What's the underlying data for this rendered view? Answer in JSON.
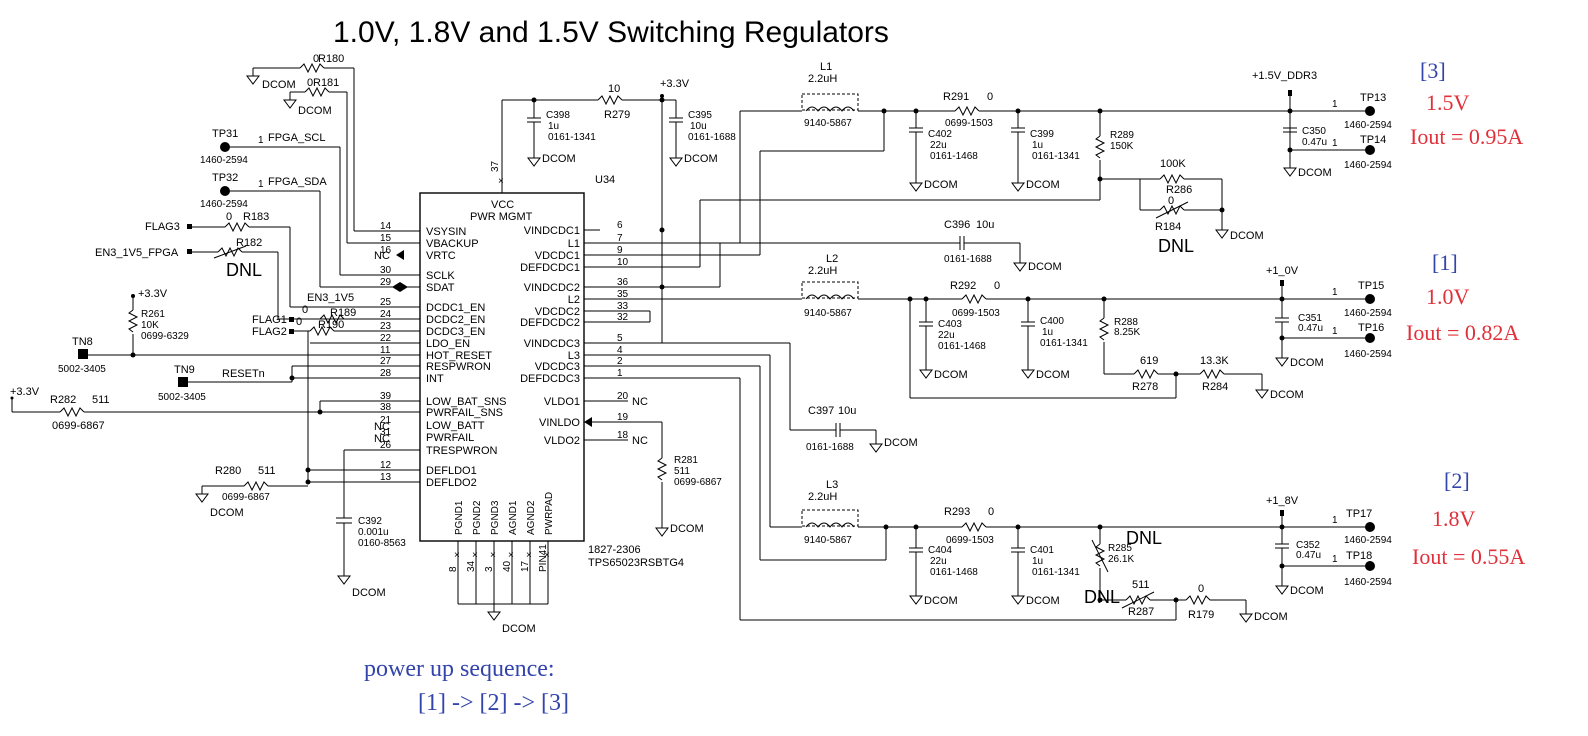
{
  "title": "1.0V, 1.8V and 1.5V Switching Regulators",
  "ic": {
    "ref": "U34",
    "vcc": "VCC",
    "name": "PWR MGMT",
    "part_number": "1827-2306",
    "part_name": "TPS65023RSBTG4",
    "vcc_pin": "37",
    "left_pins": [
      {
        "num": "14",
        "name": "VSYSIN"
      },
      {
        "num": "15",
        "name": "VBACKUP"
      },
      {
        "num": "16",
        "name": "VRTC"
      },
      {
        "num": "30",
        "name": "SCLK"
      },
      {
        "num": "29",
        "name": "SDAT"
      },
      {
        "num": "25",
        "name": "DCDC1_EN"
      },
      {
        "num": "24",
        "name": "DCDC2_EN"
      },
      {
        "num": "23",
        "name": "DCDC3_EN"
      },
      {
        "num": "22",
        "name": "LDO_EN"
      },
      {
        "num": "11",
        "name": "HOT_RESET"
      },
      {
        "num": "27",
        "name": "RESPWRON"
      },
      {
        "num": "28",
        "name": "INT"
      },
      {
        "num": "39",
        "name": "LOW_BAT_SNS"
      },
      {
        "num": "38",
        "name": "PWRFAIL_SNS"
      },
      {
        "num": "21",
        "name": "LOW_BATT"
      },
      {
        "num": "31",
        "name": "PWRFAIL"
      },
      {
        "num": "26",
        "name": "TRESPWRON"
      },
      {
        "num": "12",
        "name": "DEFLDO1"
      },
      {
        "num": "13",
        "name": "DEFLDO2"
      }
    ],
    "right_pins": [
      {
        "num": "6",
        "name": "VINDCDC1"
      },
      {
        "num": "7",
        "name": "L1"
      },
      {
        "num": "9",
        "name": "VDCDC1"
      },
      {
        "num": "10",
        "name": "DEFDCDC1"
      },
      {
        "num": "36",
        "name": "VINDCDC2"
      },
      {
        "num": "35",
        "name": "L2"
      },
      {
        "num": "33",
        "name": "VDCDC2"
      },
      {
        "num": "32",
        "name": "DEFDCDC2"
      },
      {
        "num": "5",
        "name": "VINDCDC3"
      },
      {
        "num": "4",
        "name": "L3"
      },
      {
        "num": "2",
        "name": "VDCDC3"
      },
      {
        "num": "1",
        "name": "DEFDCDC3"
      },
      {
        "num": "20",
        "name": "VLDO1"
      },
      {
        "num": "19",
        "name": "VINLDO"
      },
      {
        "num": "18",
        "name": "VLDO2"
      }
    ],
    "bottom_pins": [
      {
        "num": "8",
        "name": "PGND1"
      },
      {
        "num": "34",
        "name": "PGND2"
      },
      {
        "num": "3",
        "name": "PGND3"
      },
      {
        "num": "40",
        "name": "AGND1"
      },
      {
        "num": "17",
        "name": "AGND2"
      },
      {
        "num": "PIN41",
        "name": "PWRPAD"
      }
    ]
  },
  "nets": {
    "dcom": "DCOM",
    "v33": "+3.3V",
    "v15": "+1.5V_DDR3",
    "v10": "+1_0V",
    "v18": "+1_8V",
    "fpga_scl": "FPGA_SCL",
    "fpga_sda": "FPGA_SDA",
    "flag3": "FLAG3",
    "en3": "EN3_1V5_FPGA",
    "en3b": "EN3_1V5",
    "flag1": "FLAG1",
    "flag2": "FLAG2",
    "resetn": "RESETn",
    "nc": "NC",
    "one": "1",
    "dnl": "DNL"
  },
  "testpoints": {
    "tp31": "TP31",
    "tp32": "TP32",
    "tp13": "TP13",
    "tp14": "TP14",
    "tp15": "TP15",
    "tp16": "TP16",
    "tp17": "TP17",
    "tp18": "TP18",
    "tp_pn": "1460-2594",
    "tn8": "TN8",
    "tn9": "TN9",
    "tn_pn": "5002-3405"
  },
  "components": {
    "r180": {
      "ref": "R180",
      "val": "0"
    },
    "r181": {
      "ref": "R181",
      "val": "0"
    },
    "r183": {
      "ref": "R183",
      "val": "0"
    },
    "r182": {
      "ref": "R182"
    },
    "r189": {
      "ref": "R189",
      "val": "0"
    },
    "r190": {
      "ref": "R190",
      "val": "0"
    },
    "r261": {
      "ref": "R261",
      "val": "10K",
      "pn": "0699-6329"
    },
    "r282": {
      "ref": "R282",
      "val": "511",
      "pn": "0699-6867"
    },
    "r280": {
      "ref": "R280",
      "val": "511",
      "pn": "0699-6867"
    },
    "c392": {
      "ref": "C392",
      "val": "0.001u",
      "pn": "0160-8563"
    },
    "r281": {
      "ref": "R281",
      "val": "511",
      "pn": "0699-6867"
    },
    "c398": {
      "ref": "C398",
      "val": "1u",
      "pn": "0161-1341"
    },
    "r279": {
      "ref": "R279",
      "val": "10"
    },
    "c395": {
      "ref": "C395",
      "val": "10u",
      "pn": "0161-1688"
    },
    "l1": {
      "ref": "L1",
      "val": "2.2uH",
      "pn": "9140-5867"
    },
    "r291": {
      "ref": "R291",
      "val": "0",
      "pn": "0699-1503"
    },
    "c402": {
      "ref": "C402",
      "val": "22u",
      "pn": "0161-1468"
    },
    "c399": {
      "ref": "C399",
      "val": "1u",
      "pn": "0161-1341"
    },
    "r289": {
      "ref": "R289",
      "val": "150K"
    },
    "r286": {
      "ref": "R286",
      "val": "100K"
    },
    "r184": {
      "ref": "R184",
      "val": "0"
    },
    "c350": {
      "ref": "C350",
      "val": "0.47u"
    },
    "c396": {
      "ref": "C396",
      "val": "10u",
      "pn": "0161-1688"
    },
    "l2": {
      "ref": "L2",
      "val": "2.2uH",
      "pn": "9140-5867"
    },
    "r292": {
      "ref": "R292",
      "val": "0",
      "pn": "0699-1503"
    },
    "c403": {
      "ref": "C403",
      "val": "22u",
      "pn": "0161-1468"
    },
    "c400": {
      "ref": "C400",
      "val": "1u",
      "pn": "0161-1341"
    },
    "r288": {
      "ref": "R288",
      "val": "8.25K"
    },
    "r278": {
      "ref": "R278",
      "val": "619"
    },
    "r284": {
      "ref": "R284",
      "val": "13.3K"
    },
    "c351": {
      "ref": "C351",
      "val": "0.47u"
    },
    "c397": {
      "ref": "C397",
      "val": "10u",
      "pn": "0161-1688"
    },
    "l3": {
      "ref": "L3",
      "val": "2.2uH",
      "pn": "9140-5867"
    },
    "r293": {
      "ref": "R293",
      "val": "0",
      "pn": "0699-1503"
    },
    "c404": {
      "ref": "C404",
      "val": "22u",
      "pn": "0161-1468"
    },
    "c401": {
      "ref": "C401",
      "val": "1u",
      "pn": "0161-1341"
    },
    "r285": {
      "ref": "R285",
      "val": "26.1K"
    },
    "r287": {
      "ref": "R287",
      "val": "511"
    },
    "r179": {
      "ref": "R179",
      "val": "0"
    },
    "c352": {
      "ref": "C352",
      "val": "0.47u"
    }
  },
  "annotations": {
    "rail3": {
      "idx": "[3]",
      "volt": "1.5V",
      "iout": "Iout = 0.95A"
    },
    "rail1": {
      "idx": "[1]",
      "volt": "1.0V",
      "iout": "Iout = 0.82A"
    },
    "rail2": {
      "idx": "[2]",
      "volt": "1.8V",
      "iout": "Iout = 0.55A"
    },
    "seq_title": "power  up sequence:",
    "seq": "[1] -> [2] -> [3]"
  }
}
